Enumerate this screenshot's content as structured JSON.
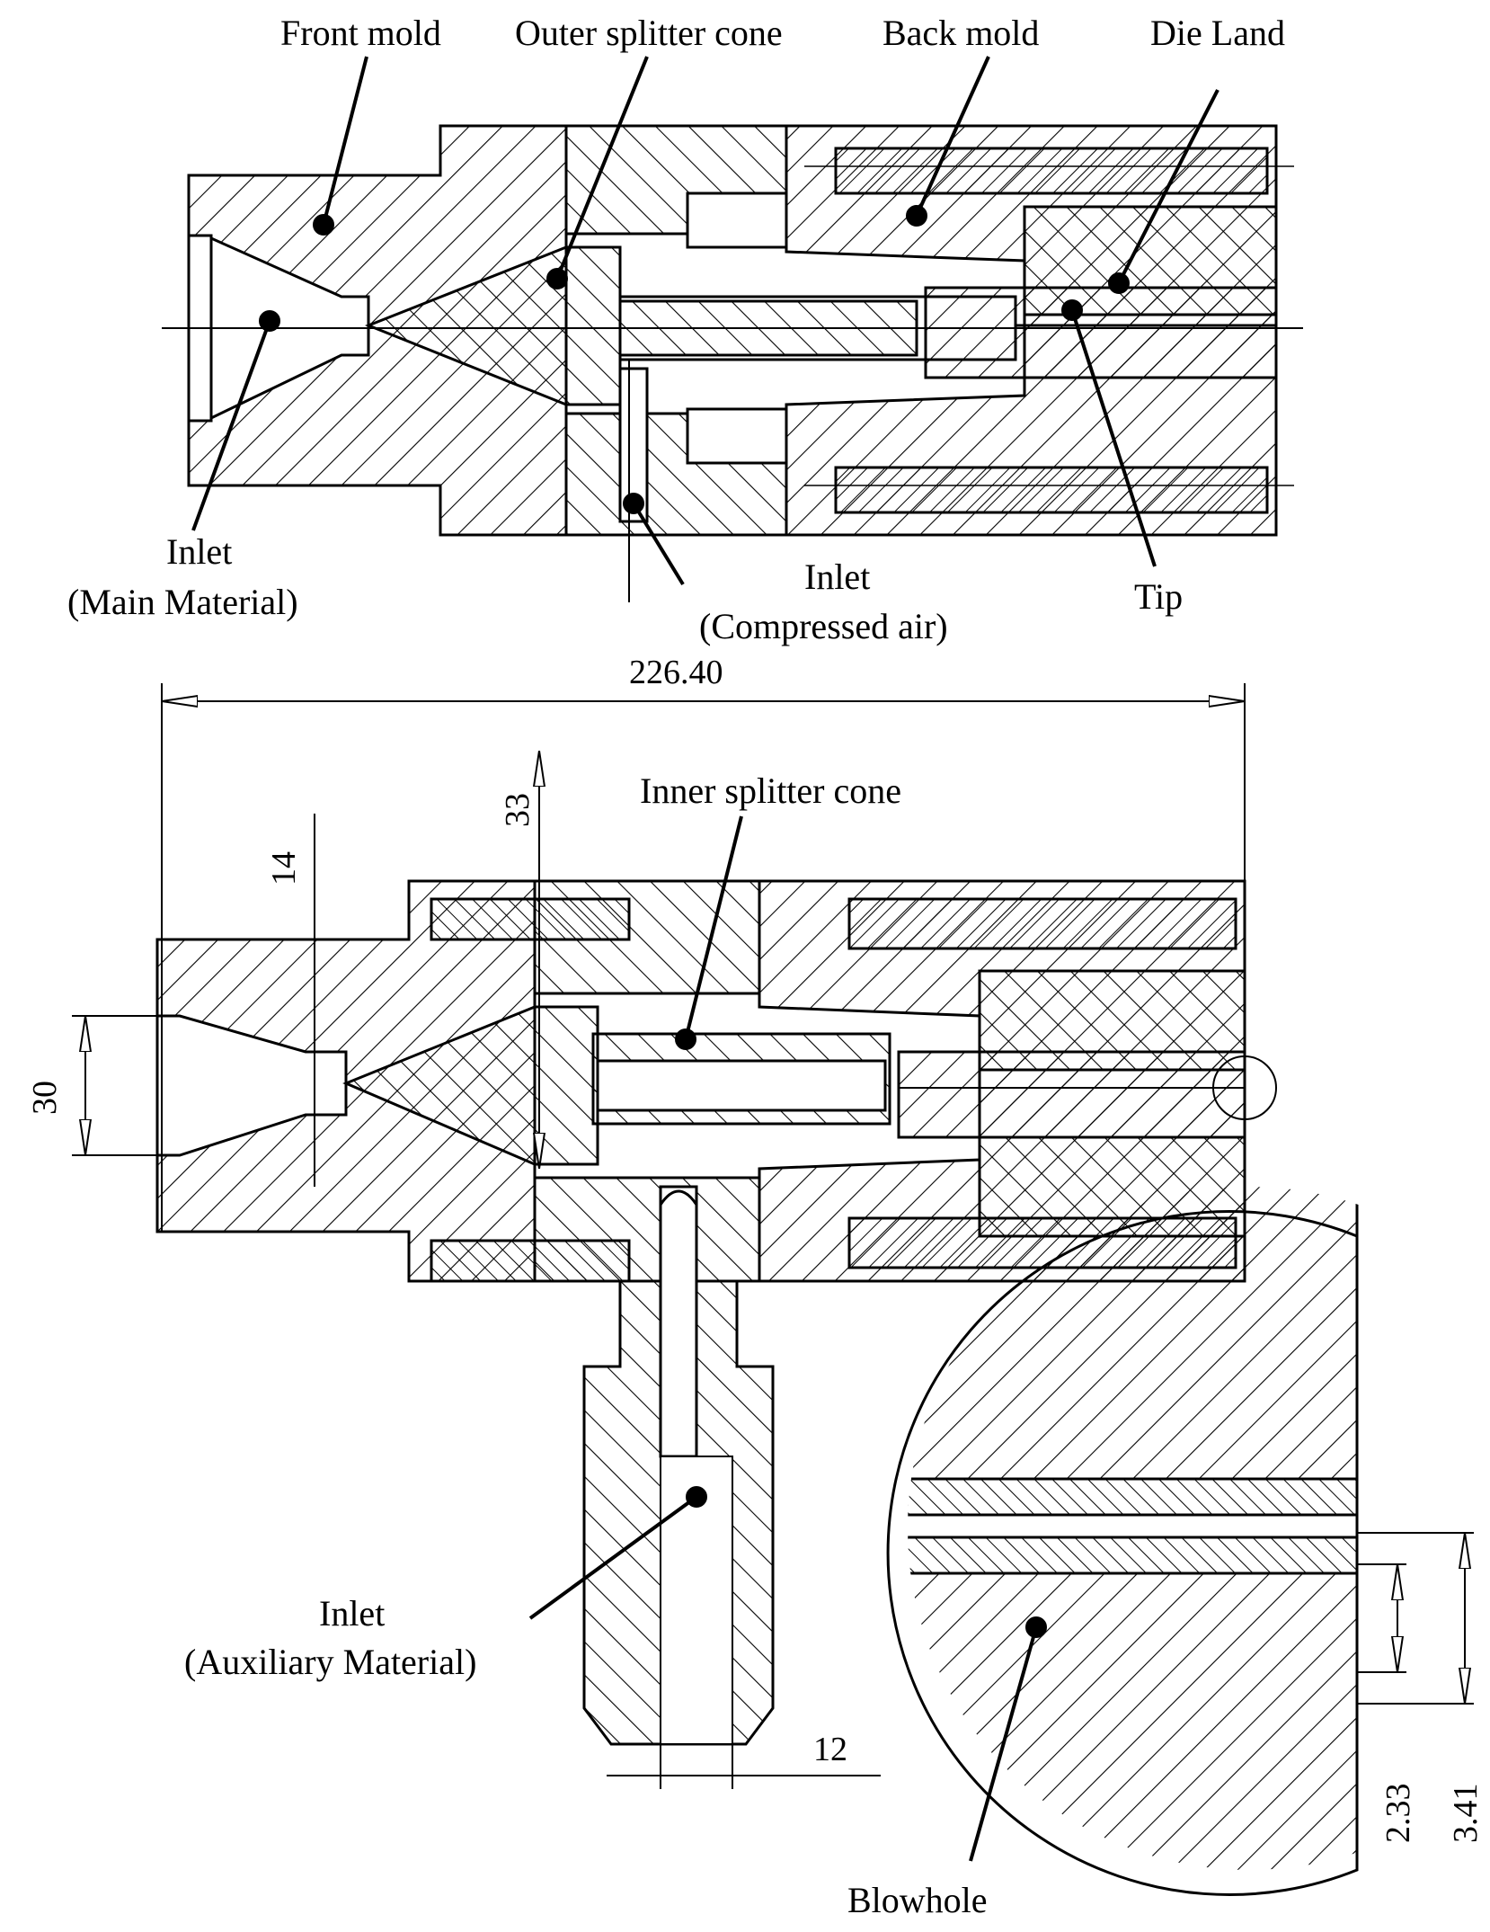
{
  "labels": {
    "front_mold": "Front mold",
    "outer_splitter_cone": "Outer splitter cone",
    "back_mold": "Back mold",
    "die_land": "Die Land",
    "inlet_main_1": "Inlet",
    "inlet_main_2": "(Main Material)",
    "inlet_air_1": "Inlet",
    "inlet_air_2": "(Compressed air)",
    "tip": "Tip",
    "inner_splitter_cone": "Inner splitter cone",
    "inlet_aux_1": "Inlet",
    "inlet_aux_2": "(Auxiliary Material)",
    "blowhole": "Blowhole"
  },
  "dimensions": {
    "overall_length": "226.40",
    "d33": "33",
    "d14": "14",
    "d30": "30",
    "d12": "12",
    "d233": "2.33",
    "d341": "3.41"
  },
  "colors": {
    "line": "#000000",
    "background": "#ffffff"
  }
}
